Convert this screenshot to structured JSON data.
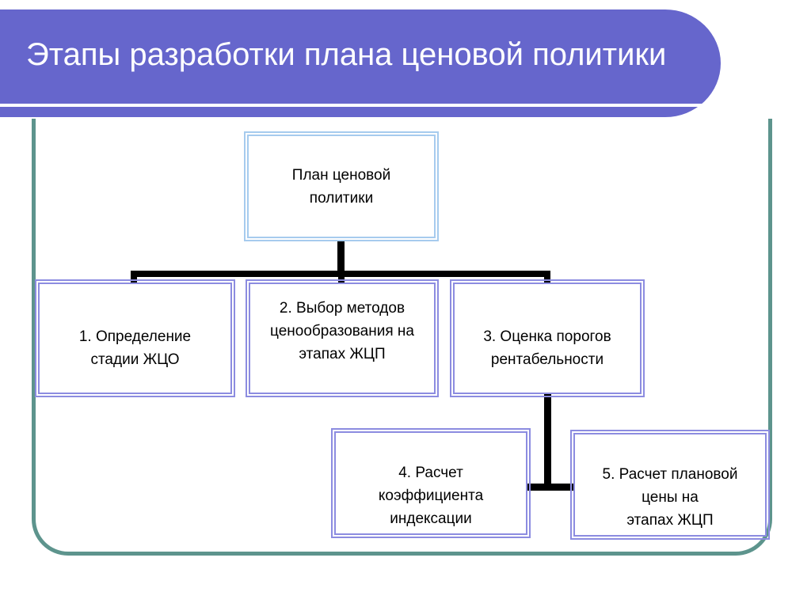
{
  "slide": {
    "title": "Этапы разработки плана ценовой политики",
    "colors": {
      "header_band": "#6666cc",
      "header_text": "#ffffff",
      "frame_border": "#5d948d",
      "root_node_border": "#a6cbee",
      "node_border": "#8c8ce0",
      "connector": "#000000",
      "background": "#ffffff"
    }
  },
  "diagram": {
    "type": "hierarchy",
    "root": {
      "id": "root",
      "label": "План ценовой\nполитики"
    },
    "level1": [
      {
        "id": "step1",
        "number": "1.",
        "label": "1.   Определение\nстадии ЖЦО"
      },
      {
        "id": "step2",
        "number": "2.",
        "label": "2. Выбор методов\nценообразования на\nэтапах ЖЦП"
      },
      {
        "id": "step3",
        "number": "3.",
        "label": "3. Оценка порогов\nрентабельности"
      }
    ],
    "level2": [
      {
        "id": "step4",
        "number": "4.",
        "label": "4. Расчет\nкоэффициента\nиндексации"
      },
      {
        "id": "step5",
        "number": "5.",
        "label": "5. Расчет плановой\nцены на\nэтапах ЖЦП"
      }
    ],
    "edges": [
      {
        "from": "root",
        "to": "step1"
      },
      {
        "from": "root",
        "to": "step2"
      },
      {
        "from": "root",
        "to": "step3"
      },
      {
        "from": "step3",
        "to": "step4"
      },
      {
        "from": "step3",
        "to": "step5"
      }
    ]
  }
}
